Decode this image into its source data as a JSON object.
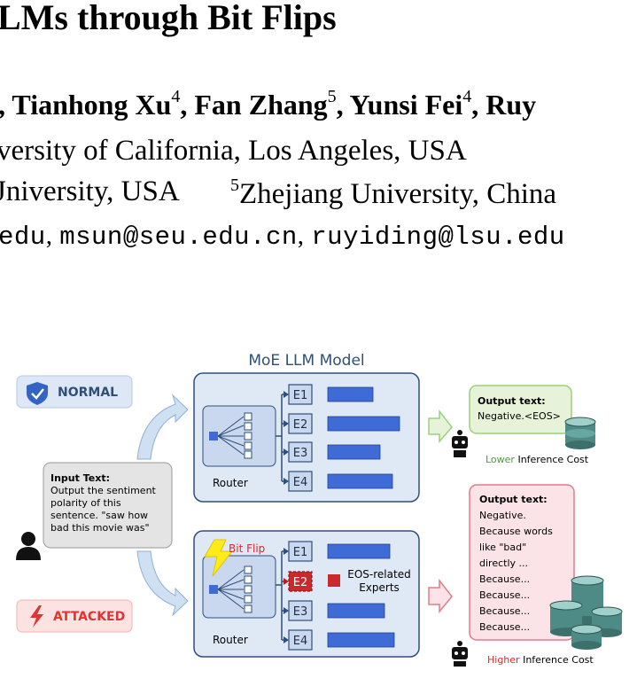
{
  "paper": {
    "title_fragment": "LMs through Bit Flips",
    "authors": [
      {
        "name": ", Tianhong Xu",
        "sup": "4"
      },
      {
        "name": ", Fan Zhang",
        "sup": "5"
      },
      {
        "name": ", Yunsi Fei",
        "sup": "4"
      },
      {
        "name": ", Ruy",
        "sup": ""
      }
    ],
    "affiliation_line1": "versity of California, Los Angeles, USA",
    "affiliation_line2_left": "Jniversity, USA",
    "affiliation_line2_sup": "5",
    "affiliation_line2_right": "Zhejiang University, China",
    "emails": [
      "edu",
      "msun@seu.edu.cn",
      "ruyiding@lsu.edu"
    ]
  },
  "figure": {
    "model_title": "MoE LLM Model",
    "normal_label": "NORMAL",
    "attacked_label": "ATTACKED",
    "input_title": "Input Text:",
    "input_lines": [
      "Output the sentiment",
      "polarity of this",
      "sentence. \"saw how",
      "bad this movie was\""
    ],
    "router_label": "Router",
    "experts": [
      "E1",
      "E2",
      "E3",
      "E4"
    ],
    "normal_scores": [
      0.58,
      0.92,
      0.67,
      0.83
    ],
    "attacked_scores": [
      0.8,
      0.0,
      0.73,
      0.85
    ],
    "bit_flip_label": "Bit Flip",
    "eos_label_line1": "EOS-related",
    "eos_label_line2": "Experts",
    "normal_output_title": "Output text:",
    "normal_output_text": "Negative.<EOS>",
    "lower_cost_highlight": "Lower",
    "lower_cost_rest": " Inference Cost",
    "attacked_output_title": "Output text:",
    "attacked_output_lines": [
      "Negative.",
      "Because words",
      "like \"bad\"",
      "directly ...",
      "Because...",
      "Because...",
      "Because...",
      "Because..."
    ],
    "higher_cost_highlight": "Higher",
    "higher_cost_rest": " Inference Cost",
    "colors": {
      "panel_fill": "#dfe8f5",
      "panel_stroke": "#2f4f7a",
      "bar_fill": "#3f6bd6",
      "normal_badge": "#dde7f6",
      "attack_red": "#e03434",
      "green_box": "#e6f3d8",
      "green_stroke": "#9bd07a",
      "pink_box": "#fbe3e7",
      "pink_stroke": "#e07b8c",
      "coin": "#4e8b86"
    }
  }
}
